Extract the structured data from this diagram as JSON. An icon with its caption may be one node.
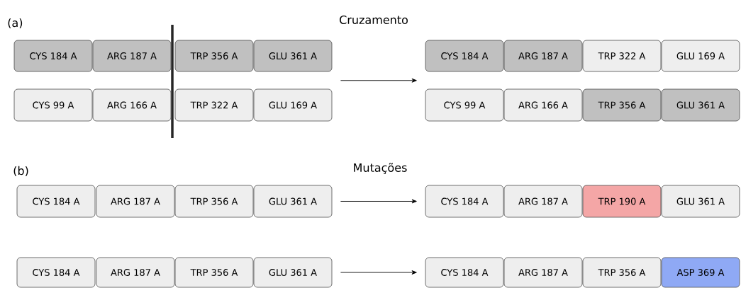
{
  "diagram": {
    "nodes": [
      {
        "text": [
          "CYS 184 A"
        ]
      },
      {
        "text": [
          "ARG 187 A"
        ]
      },
      {
        "text": [
          "TRP 356 A"
        ]
      },
      {
        "text": [
          "GLU 361 A"
        ]
      },
      {
        "text": [
          "CYS 184 A"
        ]
      },
      {
        "text": [
          "ARG 187 A"
        ]
      },
      {
        "text": [
          "TRP 322 A"
        ]
      },
      {
        "text": [
          "GLU 169 A"
        ]
      },
      {
        "text": [
          "CYS 99 A"
        ]
      },
      {
        "text": [
          "ARG 166 A"
        ]
      },
      {
        "text": [
          "TRP 322 A"
        ]
      },
      {
        "text": [
          "GLU 169 A"
        ]
      },
      {
        "text": [
          "CYS 99 A"
        ]
      },
      {
        "text": [
          "ARG 166 A"
        ]
      },
      {
        "text": [
          "TRP 356 A"
        ]
      },
      {
        "text": [
          "GLU 361 A"
        ]
      },
      {
        "text": [
          "CYS 184 A"
        ]
      },
      {
        "text": [
          "ARG 187 A"
        ]
      },
      {
        "text": [
          "TRP 356 A"
        ]
      },
      {
        "text": [
          "GLU 361 A"
        ]
      },
      {
        "text": [
          "CYS 184 A"
        ]
      },
      {
        "text": [
          "ARG 187 A"
        ]
      },
      {
        "text": [
          "TRP 190 A"
        ]
      },
      {
        "text": [
          "GLU 361 A"
        ]
      },
      {
        "text": [
          "CYS 184 A"
        ]
      },
      {
        "text": [
          "ARG 187 A"
        ]
      },
      {
        "text": [
          "TRP 356 A"
        ]
      },
      {
        "text": [
          "GLU 361 A"
        ]
      },
      {
        "text": [
          "CYS 184 A"
        ]
      },
      {
        "text": [
          "ARG 187 A"
        ]
      },
      {
        "text": [
          "TRP 356 A"
        ]
      },
      {
        "text": [
          "ASP 369 A"
        ]
      }
    ],
    "edges": [
      {
        "from": 3,
        "to": 4,
        "arrow": "to"
      },
      {
        "from": 19,
        "to": 20,
        "arrow": "to"
      },
      {
        "from": 27,
        "to": 28,
        "arrow": "to"
      }
    ],
    "labels": [
      "(a)",
      "Cruzamento",
      "(b)",
      "Mutações"
    ]
  }
}
